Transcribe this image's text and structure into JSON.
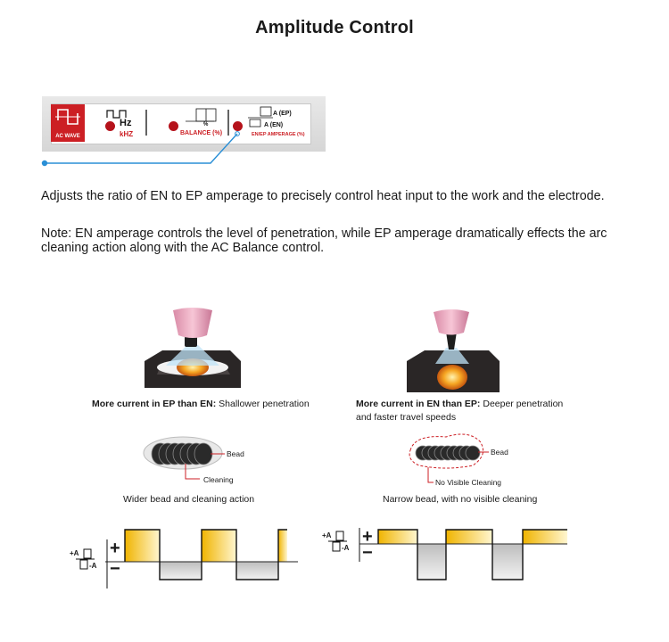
{
  "title": "Amplitude Control",
  "panel": {
    "ac_wave": "AC WAVE",
    "hz": "Hz",
    "khz": "kHZ",
    "balance": "BALANCE (%)",
    "percent": "%",
    "ep_label": "A (EP)",
    "en_label": "A (EN)",
    "amperage_label": "EN/EP AMPERAGE (%)"
  },
  "paragraph1": "Adjusts the ratio of EN to EP amperage to precisely control heat input to the work and the electrode.",
  "paragraph2": "Note: EN amperage controls the level of penetration, while EP amperage dramatically effects the arc cleaning action along with the AC Balance control.",
  "left": {
    "caption_bold": "More current  in EP than EN:",
    "caption_rest": " Shallower  penetration",
    "bead_label": "Bead",
    "cleaning_label": "Cleaning",
    "summary": "Wider bead and  cleaning action"
  },
  "right": {
    "caption_bold": "More current in  EN than EP:",
    "caption_rest": " Deeper penetration",
    "caption_line2": "and faster travel  speeds",
    "bead_label": "Bead",
    "cleaning_label": "No Visible Cleaning",
    "summary": "Narrow bead, with no  visible cleaning"
  },
  "waveform": {
    "plus_a": "+A",
    "minus_a": "-A",
    "plus": "+",
    "minus": "−"
  },
  "colors": {
    "red": "#cc1f24",
    "blue": "#2a8fd6",
    "yellow": "#f5c63c",
    "gray": "#9e9e9e"
  }
}
